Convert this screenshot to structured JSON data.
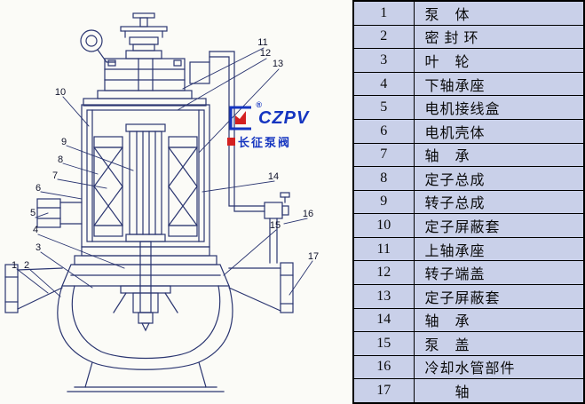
{
  "logo": {
    "brand": "CZPV",
    "subtitle": "长征泵阀",
    "registered": "®"
  },
  "callouts": [
    "1",
    "2",
    "3",
    "4",
    "5",
    "6",
    "7",
    "8",
    "9",
    "10",
    "11",
    "12",
    "13",
    "14",
    "15",
    "16",
    "17"
  ],
  "table": {
    "rows": [
      {
        "num": "1",
        "name": "泵　体"
      },
      {
        "num": "2",
        "name": "密 封 环"
      },
      {
        "num": "3",
        "name": "叶　轮"
      },
      {
        "num": "4",
        "name": "下轴承座"
      },
      {
        "num": "5",
        "name": "电机接线盒"
      },
      {
        "num": "6",
        "name": "电机壳体"
      },
      {
        "num": "7",
        "name": "轴　承"
      },
      {
        "num": "8",
        "name": "定子总成"
      },
      {
        "num": "9",
        "name": "转子总成"
      },
      {
        "num": "10",
        "name": "定子屏蔽套"
      },
      {
        "num": "11",
        "name": "上轴承座"
      },
      {
        "num": "12",
        "name": "转子端盖"
      },
      {
        "num": "13",
        "name": "定子屏蔽套"
      },
      {
        "num": "14",
        "name": "轴　承"
      },
      {
        "num": "15",
        "name": "泵　盖"
      },
      {
        "num": "16",
        "name": "冷却水管部件"
      },
      {
        "num": "17",
        "name": "　　轴"
      }
    ]
  },
  "colors": {
    "diagram_line": "#2a3570",
    "table_background": "#c9d0e9",
    "table_border": "#000000",
    "logo_blue": "#1535c0",
    "logo_red": "#d42020",
    "callout_text": "#10132b"
  }
}
